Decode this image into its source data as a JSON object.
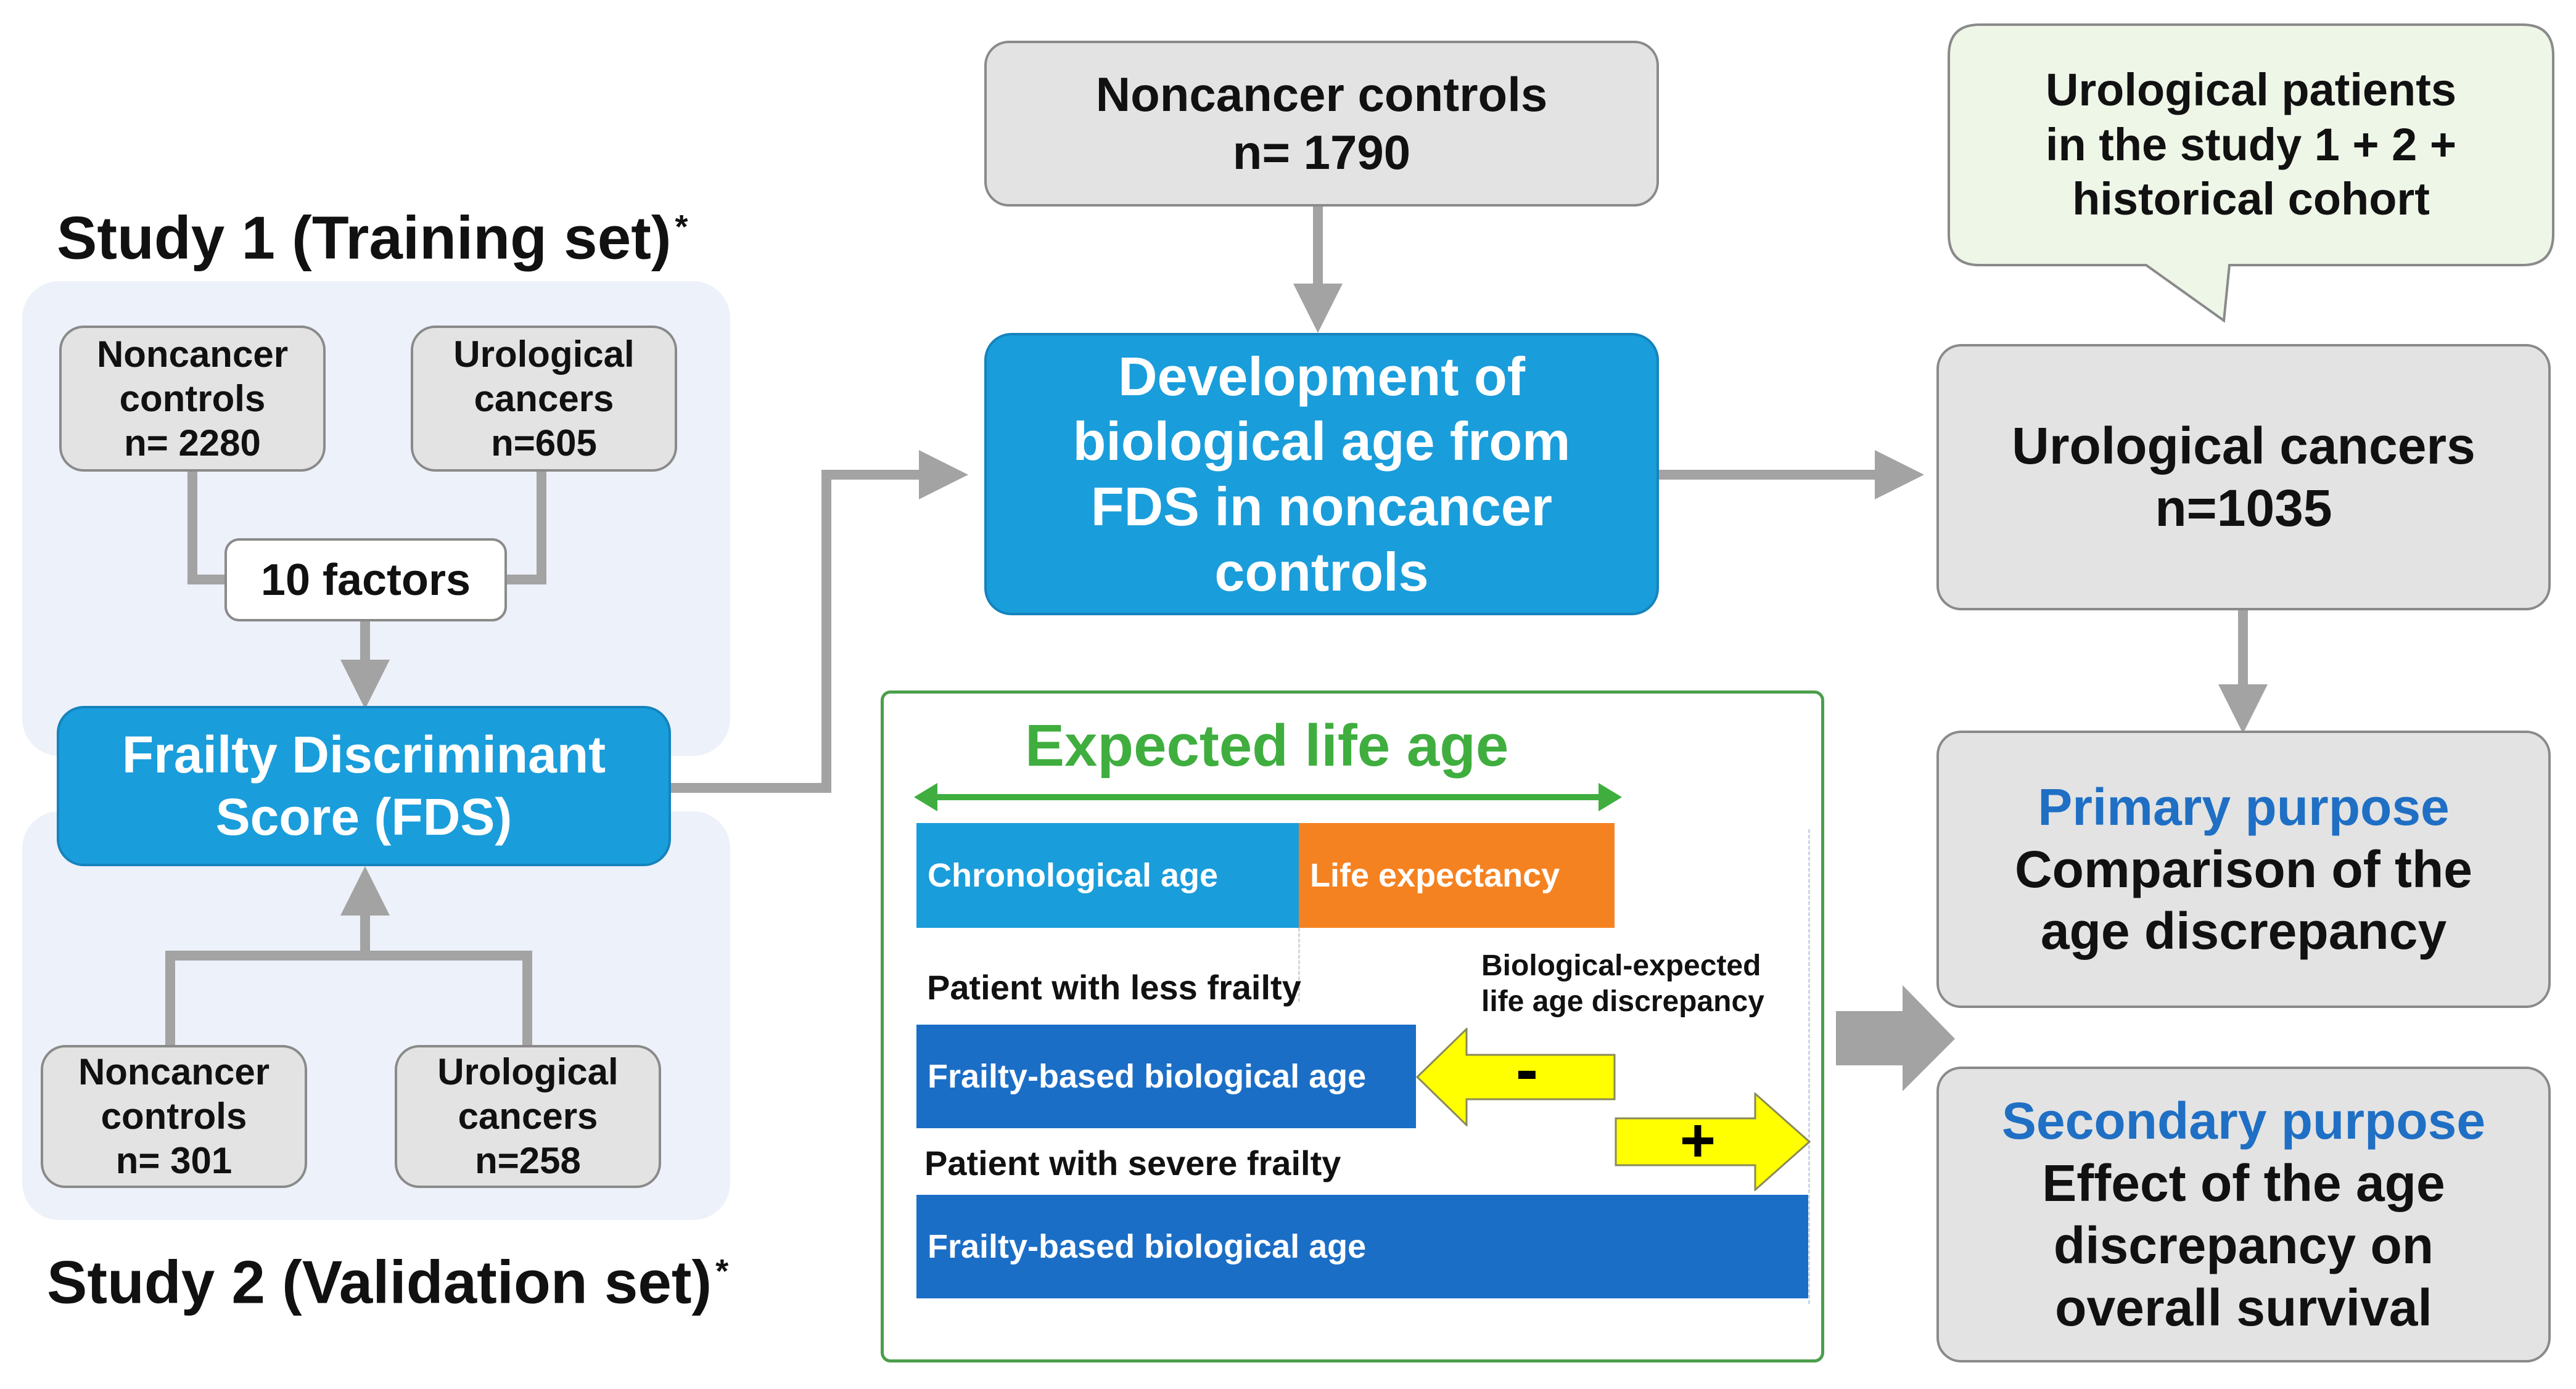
{
  "study1": {
    "title": "Study 1 (Training set)",
    "asterisk": "*",
    "noncancer": [
      "Noncancer",
      "controls",
      "n= 2280"
    ],
    "urological": [
      "Urological",
      "cancers",
      "n=605"
    ],
    "factors": "10 factors"
  },
  "fds": [
    "Frailty Discriminant",
    "Score (FDS)"
  ],
  "study2": {
    "title": "Study 2 (Validation set)",
    "asterisk": "*",
    "noncancer": [
      "Noncancer",
      "controls",
      "n= 301"
    ],
    "urological": [
      "Urological",
      "cancers",
      "n=258"
    ]
  },
  "center": {
    "controls": [
      "Noncancer controls",
      "n= 1790"
    ],
    "development": [
      "Development of",
      "biological age from",
      "FDS in noncancer",
      "controls"
    ]
  },
  "right": {
    "callout": [
      "Urological patients",
      "in the study 1 + 2 +",
      "historical cohort"
    ],
    "cancers": [
      "Urological cancers",
      "n=1035"
    ],
    "primary": {
      "heading": "Primary purpose",
      "lines": [
        "Comparison of the",
        "age discrepancy"
      ]
    },
    "secondary": {
      "heading": "Secondary purpose",
      "lines": [
        "Effect of the age",
        "discrepancy on",
        "overall survival"
      ]
    }
  },
  "inset": {
    "title": "Expected life age",
    "chronological": "Chronological age",
    "life_expectancy": "Life expectancy",
    "less_frailty": "Patient with less frailty",
    "discrepancy": [
      "Biological-expected",
      "life age discrepancy"
    ],
    "frailty_age_1": "Frailty-based biological age",
    "minus": "-",
    "plus": "+",
    "severe_frailty": "Patient with severe frailty",
    "frailty_age_2": "Frailty-based biological age"
  },
  "colors": {
    "fds_blue": "#1a9ddb",
    "bar_blue": "#1b6ec6",
    "orange": "#f58220",
    "green": "#3fae3f",
    "yellow": "#ffff00",
    "heading_blue": "#1f6fc4"
  }
}
